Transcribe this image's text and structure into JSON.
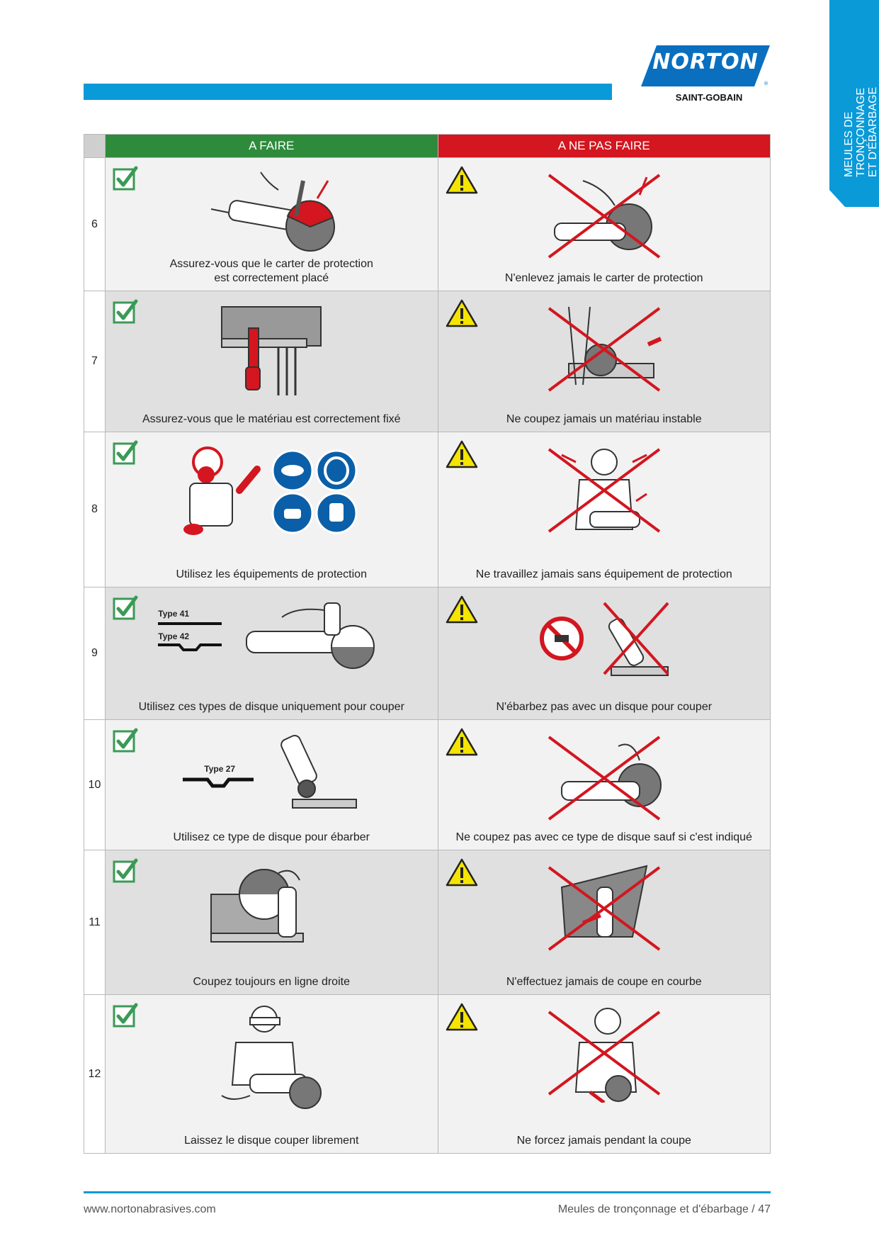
{
  "brand": {
    "name": "NORTON",
    "sub": "SAINT-GOBAIN"
  },
  "side_tab": {
    "line1": "MEULES DE TRONÇONNAGE",
    "line2": "ET D'ÉBARBAGE"
  },
  "table": {
    "header_do": "A FAIRE",
    "header_dont": "A NE PAS FAIRE",
    "rows": [
      {
        "num": "6",
        "do": "Assurez-vous que le carter de protection\nest correctement placé",
        "dont": "N'enlevez jamais le carter de protection"
      },
      {
        "num": "7",
        "do": "Assurez-vous que le matériau est correctement fixé",
        "dont": "Ne coupez jamais un matériau instable"
      },
      {
        "num": "8",
        "do": "Utilisez les équipements de protection",
        "dont": "Ne travaillez jamais sans équipement de protection"
      },
      {
        "num": "9",
        "do": "Utilisez ces types de disque uniquement pour couper",
        "dont": "N'ébarbez pas avec un disque pour couper"
      },
      {
        "num": "10",
        "do": "Utilisez ce type de disque pour ébarber",
        "dont": "Ne coupez pas avec ce type de disque sauf si c'est indiqué"
      },
      {
        "num": "11",
        "do": "Coupez toujours en ligne droite",
        "dont": "N'effectuez jamais de coupe en courbe"
      },
      {
        "num": "12",
        "do": "Laissez le disque couper librement",
        "dont": "Ne forcez jamais pendant la coupe"
      }
    ],
    "disc_labels": {
      "type41": "Type 41",
      "type42": "Type 42",
      "type27": "Type 27"
    }
  },
  "footer": {
    "url": "www.nortonabrasives.com",
    "section": "Meules de tronçonnage et d'ébarbage  /  47"
  },
  "colors": {
    "accent": "#0a9ad8",
    "do": "#2e8b3c",
    "dont": "#d3161f",
    "warning": "#f4e400"
  },
  "icons": [
    "checkmark-icon",
    "warning-icon"
  ]
}
